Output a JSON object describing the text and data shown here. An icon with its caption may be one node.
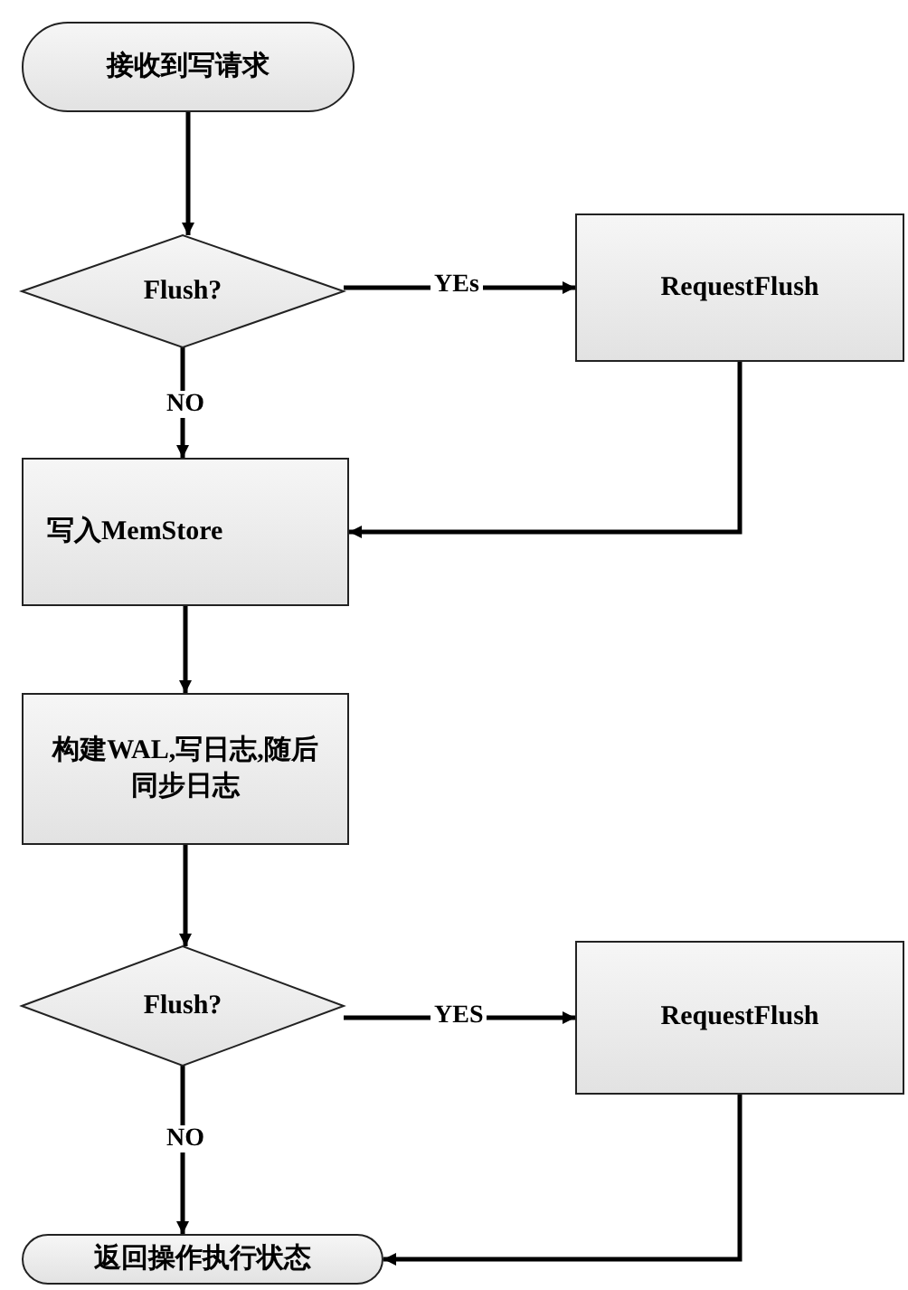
{
  "diagram": {
    "nodes": [
      {
        "text": [
          "接收到写请求"
        ]
      },
      {
        "text": [
          "Flush?"
        ]
      },
      {
        "text": [
          "RequestFlush"
        ]
      },
      {
        "text": [
          "写入MemStore"
        ]
      },
      {
        "text": [
          "构建WAL,写日志,随后同步日志"
        ]
      },
      {
        "text": [
          "Flush?"
        ]
      },
      {
        "text": [
          "RequestFlush"
        ]
      },
      {
        "text": [
          "返回操作执行状态"
        ]
      }
    ],
    "edges": [
      {
        "from": 0,
        "to": 1,
        "arrow": "to"
      },
      {
        "from": 1,
        "to": 2,
        "arrow": "to",
        "label": "YEs"
      },
      {
        "from": 1,
        "to": 3,
        "arrow": "to",
        "label": "NO"
      },
      {
        "from": 2,
        "to": 3,
        "arrow": "to"
      },
      {
        "from": 3,
        "to": 4,
        "arrow": "to"
      },
      {
        "from": 4,
        "to": 5,
        "arrow": "to"
      },
      {
        "from": 5,
        "to": 6,
        "arrow": "to",
        "label": "YES"
      },
      {
        "from": 5,
        "to": 7,
        "arrow": "to",
        "label": "NO"
      },
      {
        "from": 6,
        "to": 7,
        "arrow": "to"
      }
    ]
  }
}
